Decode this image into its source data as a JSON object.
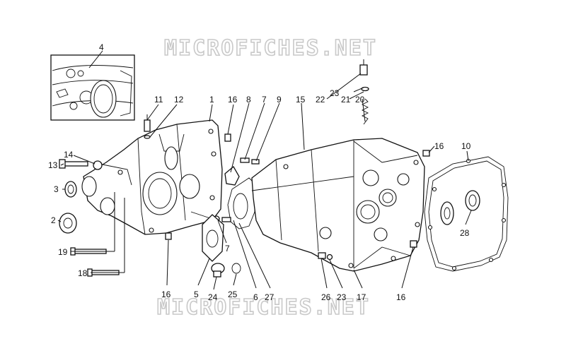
{
  "watermark": {
    "top": "MICROFICHES.NET",
    "bottom": "MICROFICHES.NET"
  },
  "callouts": [
    {
      "label": "4"
    },
    {
      "label": "11"
    },
    {
      "label": "12"
    },
    {
      "label": "1"
    },
    {
      "label": "16"
    },
    {
      "label": "8"
    },
    {
      "label": "7"
    },
    {
      "label": "9"
    },
    {
      "label": "15"
    },
    {
      "label": "22"
    },
    {
      "label": "23"
    },
    {
      "label": "21"
    },
    {
      "label": "20"
    },
    {
      "label": "16"
    },
    {
      "label": "10"
    },
    {
      "label": "14"
    },
    {
      "label": "13"
    },
    {
      "label": "3"
    },
    {
      "label": "2"
    },
    {
      "label": "19"
    },
    {
      "label": "18"
    },
    {
      "label": "7"
    },
    {
      "label": "16"
    },
    {
      "label": "5"
    },
    {
      "label": "24"
    },
    {
      "label": "25"
    },
    {
      "label": "6"
    },
    {
      "label": "27"
    },
    {
      "label": "26"
    },
    {
      "label": "23"
    },
    {
      "label": "17"
    },
    {
      "label": "16"
    },
    {
      "label": "28"
    }
  ]
}
